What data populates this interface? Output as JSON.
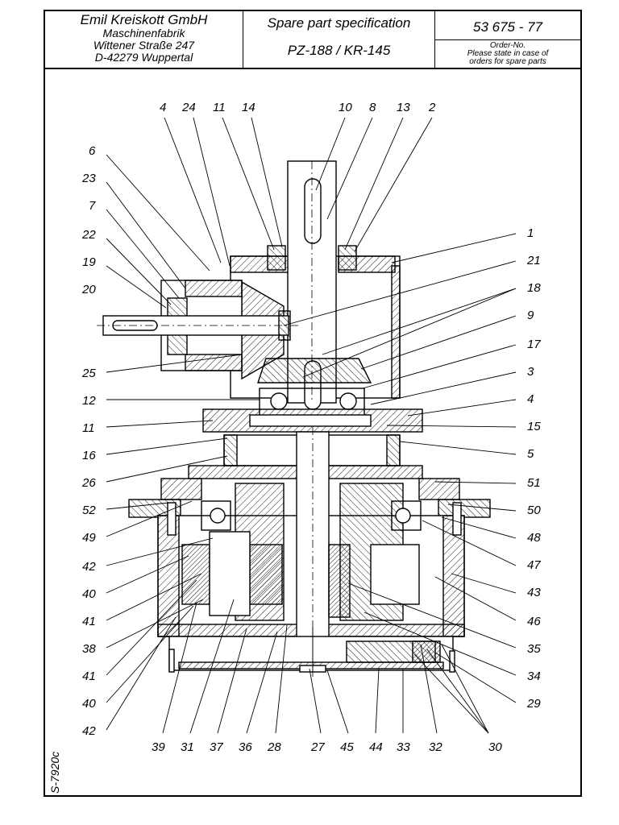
{
  "header": {
    "company": {
      "name": "Emil Kreiskott GmbH",
      "line2": "Maschinenfabrik",
      "line3": "Wittener Straße 247",
      "line4": "D-42279 Wuppertal"
    },
    "spec": {
      "title": "Spare part specification",
      "model": "PZ-188 / KR-145"
    },
    "order": {
      "number": "53 675 - 77",
      "note_line1": "Order-No.",
      "note_line2": "Please state in case of",
      "note_line3": "orders for spare parts"
    }
  },
  "drawing_code": "S-7920c",
  "callouts": {
    "top": [
      "4",
      "24",
      "11",
      "14",
      "10",
      "8",
      "13",
      "2"
    ],
    "left": [
      "6",
      "23",
      "7",
      "22",
      "19",
      "20",
      "25",
      "12",
      "11",
      "16",
      "26",
      "52",
      "49",
      "42",
      "40",
      "41",
      "38",
      "41",
      "40",
      "42"
    ],
    "right": [
      "1",
      "21",
      "18",
      "9",
      "17",
      "3",
      "4",
      "15",
      "5",
      "51",
      "50",
      "48",
      "47",
      "43",
      "46",
      "35",
      "34",
      "29"
    ],
    "bottom": [
      "39",
      "31",
      "37",
      "36",
      "28",
      "27",
      "45",
      "44",
      "33",
      "32",
      "30"
    ]
  }
}
